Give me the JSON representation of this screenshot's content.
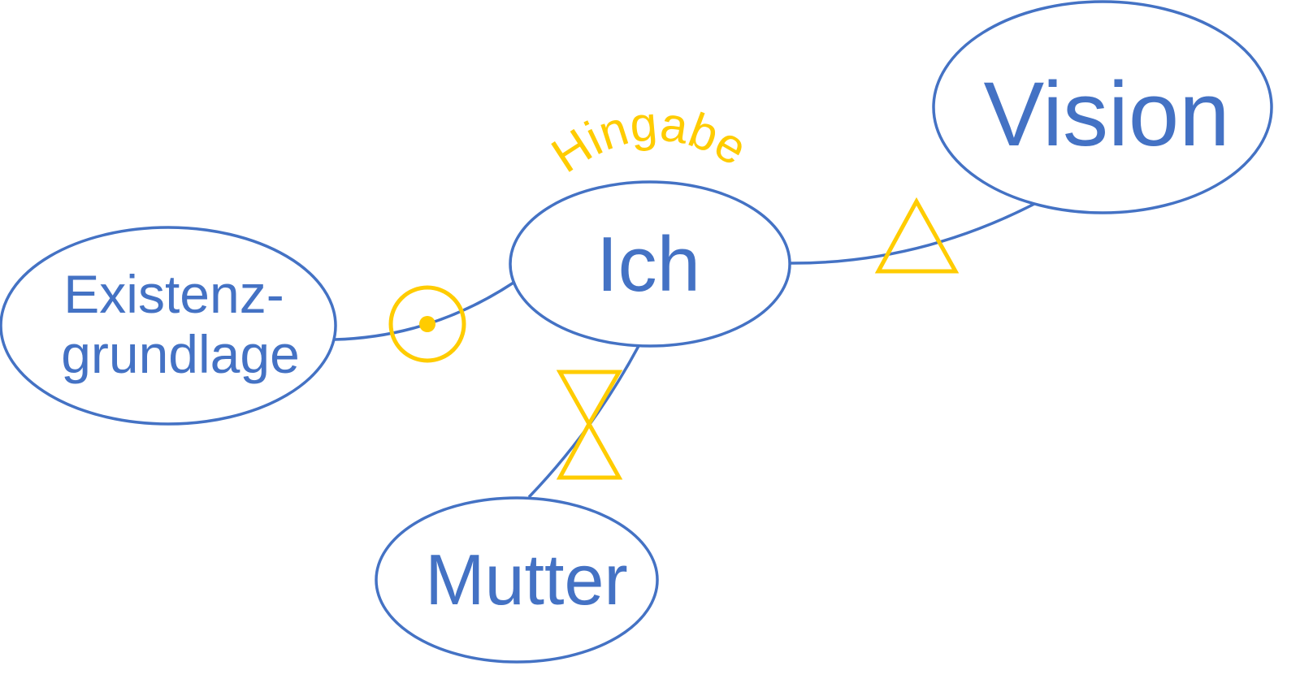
{
  "colors": {
    "node": "#4472C4",
    "symbol": "#FFCC00"
  },
  "nodes": {
    "existenz": {
      "line1": "Existenz-",
      "line2": "grundlage"
    },
    "ich": {
      "label": "Ich"
    },
    "vision": {
      "label": "Vision"
    },
    "mutter": {
      "label": "Mutter"
    }
  },
  "annotation": {
    "label": "Hingabe"
  },
  "symbols": [
    "circle-dot-icon",
    "triangle-icon",
    "hourglass-icon"
  ]
}
